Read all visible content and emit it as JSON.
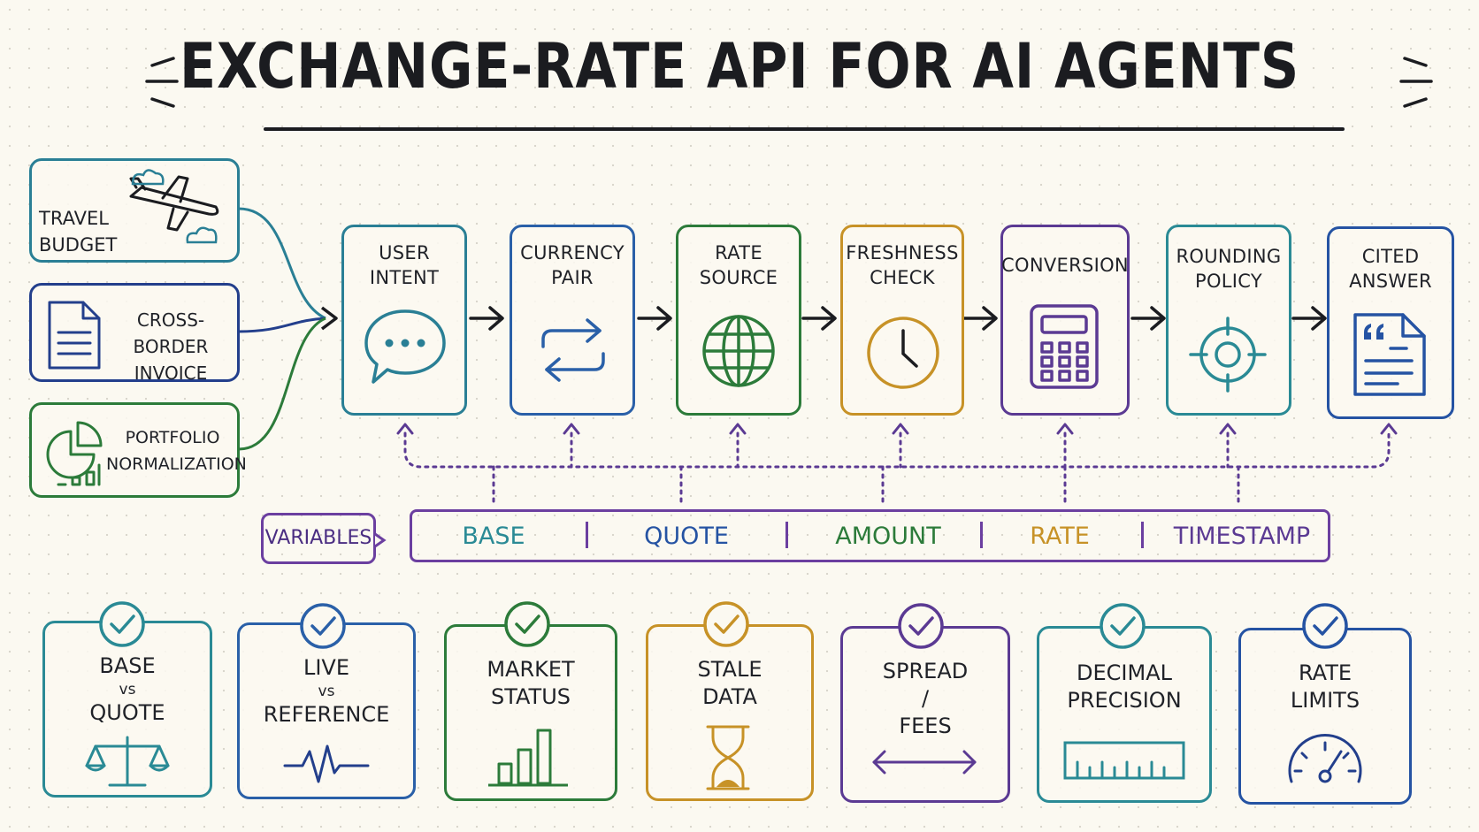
{
  "title": "EXCHANGE-RATE API FOR AI AGENTS",
  "inputs": [
    {
      "line1": "TRAVEL",
      "line2": "BUDGET",
      "icon": "airplane-icon",
      "color": "#2a7f95"
    },
    {
      "line1": "CROSS-BORDER",
      "line2": "INVOICE",
      "icon": "document-icon",
      "color": "#233f8c"
    },
    {
      "line1": "PORTFOLIO",
      "line2": "NORMALIZATION",
      "icon": "pie-chart-icon",
      "color": "#2c7b3a"
    }
  ],
  "steps": [
    {
      "line1": "USER",
      "line2": "INTENT",
      "icon": "chat-bubble-icon",
      "color": "#2a7f95"
    },
    {
      "line1": "CURRENCY",
      "line2": "PAIR",
      "icon": "swap-arrows-icon",
      "color": "#2a60a8"
    },
    {
      "line1": "RATE",
      "line2": "SOURCE",
      "icon": "globe-icon",
      "color": "#2c7b3a"
    },
    {
      "line1": "FRESHNESS",
      "line2": "CHECK",
      "icon": "clock-icon",
      "color": "#c79227"
    },
    {
      "line1": "CONVERSION",
      "line2": "",
      "icon": "calculator-icon",
      "color": "#5b3a93"
    },
    {
      "line1": "ROUNDING",
      "line2": "POLICY",
      "icon": "crosshair-icon",
      "color": "#2a8a95"
    },
    {
      "line1": "CITED",
      "line2": "ANSWER",
      "icon": "quote-document-icon",
      "color": "#2553a3"
    }
  ],
  "variables": {
    "label": "VARIABLES",
    "items": [
      {
        "text": "BASE",
        "color": "#2a8a95"
      },
      {
        "text": "QUOTE",
        "color": "#2553a3"
      },
      {
        "text": "AMOUNT",
        "color": "#2c7b3a"
      },
      {
        "text": "RATE",
        "color": "#c79227"
      },
      {
        "text": "TIMESTAMP",
        "color": "#5b3a93"
      }
    ]
  },
  "checks": [
    {
      "line1": "BASE",
      "mid": "vs",
      "line2": "QUOTE",
      "icon": "scales-icon",
      "color": "#2a8a95"
    },
    {
      "line1": "LIVE",
      "mid": "vs",
      "line2": "REFERENCE",
      "icon": "pulse-icon",
      "color": "#2a60a8"
    },
    {
      "line1": "MARKET",
      "mid": "",
      "line2": "STATUS",
      "icon": "bar-chart-icon",
      "color": "#2c7b3a"
    },
    {
      "line1": "STALE",
      "mid": "",
      "line2": "DATA",
      "icon": "hourglass-icon",
      "color": "#c79227"
    },
    {
      "line1": "SPREAD",
      "mid": "/",
      "line2": "FEES",
      "icon": "double-arrow-icon",
      "color": "#5b3a93"
    },
    {
      "line1": "DECIMAL",
      "mid": "",
      "line2": "PRECISION",
      "icon": "ruler-icon",
      "color": "#2a8a95"
    },
    {
      "line1": "RATE",
      "mid": "",
      "line2": "LIMITS",
      "icon": "gauge-icon",
      "color": "#2553a3"
    }
  ]
}
